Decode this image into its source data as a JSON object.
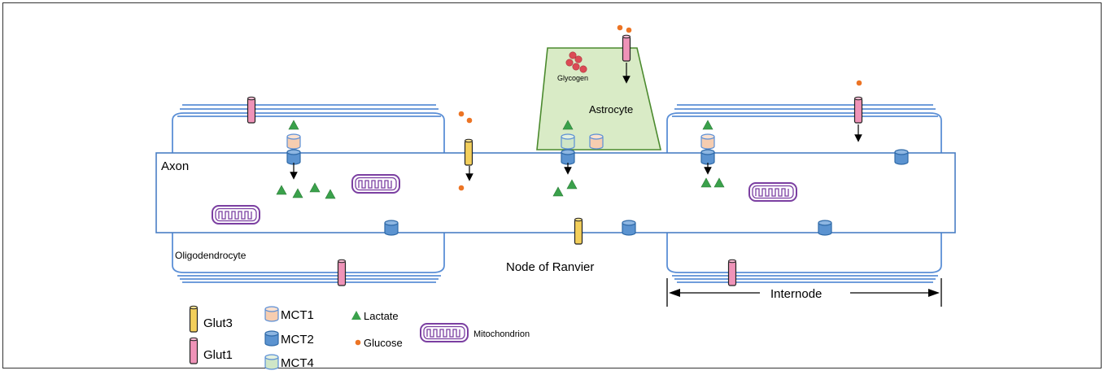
{
  "labels": {
    "axon": "Axon",
    "oligodendrocyte": "Oligodendrocyte",
    "node_of_ranvier": "Node of Ranvier",
    "astrocyte": "Astrocyte",
    "glycogen": "Glycogen",
    "internode": "Internode"
  },
  "legend": {
    "glut3": "Glut3",
    "glut1": "Glut1",
    "mct1": "MCT1",
    "mct2": "MCT2",
    "mct4": "MCT4",
    "lactate": "Lactate",
    "glucose": "Glucose",
    "mitochondrion": "Mitochondrion"
  },
  "colors": {
    "myelin": "#5b8fd6",
    "axon_outline": "#4a7fc4",
    "astrocyte_fill": "#d9ebc6",
    "astrocyte_stroke": "#4b8a2e",
    "glut3": "#f3cf5b",
    "glut1": "#ef93b8",
    "mct1": "#f6cdb0",
    "mct2": "#5b93d0",
    "mct4": "#cfe6c7",
    "lactate": "#3aa14b",
    "glucose": "#ec7424",
    "glycogen": "#dc4b55",
    "mitochondrion": "#7b3fa1"
  }
}
